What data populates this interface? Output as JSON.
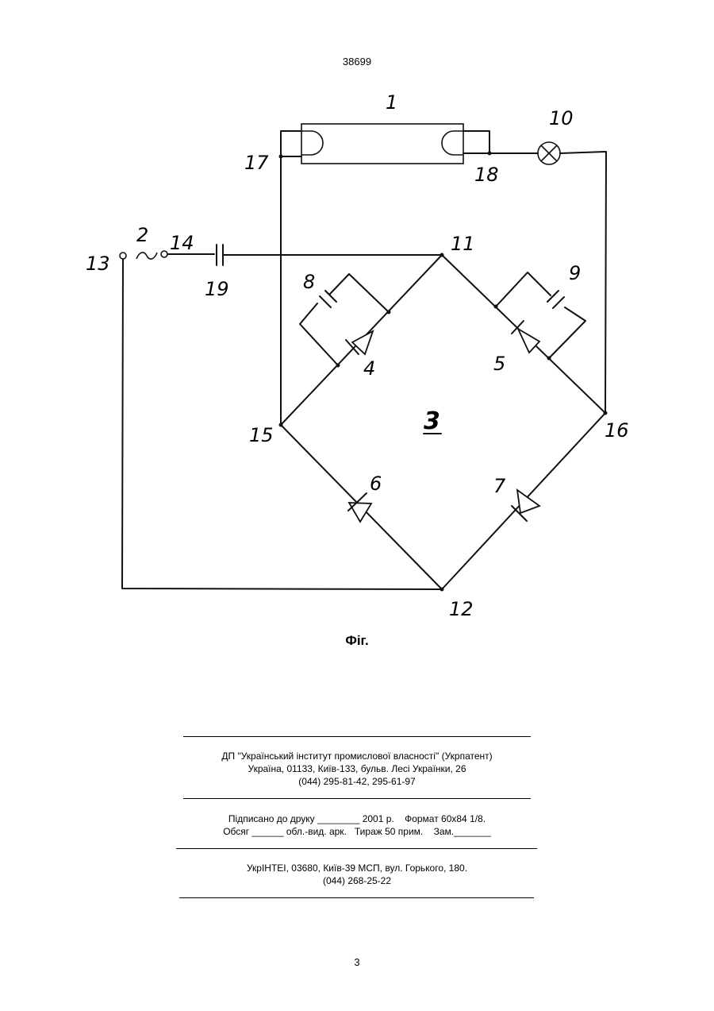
{
  "header": {
    "patent_number": "38699"
  },
  "figure": {
    "caption": "Фіг.",
    "labels": {
      "l1": "1",
      "l2": "2",
      "l3": "3",
      "l4": "4",
      "l5": "5",
      "l6": "6",
      "l7": "7",
      "l8": "8",
      "l9": "9",
      "l10": "10",
      "l11": "11",
      "l12": "12",
      "l13": "13",
      "l14": "14",
      "l15": "15",
      "l16": "16",
      "l17": "17",
      "l18": "18",
      "l19": "19"
    }
  },
  "footer": {
    "publisher": {
      "line1": "ДП \"Український інститут промислової власності\" (Укрпатент)",
      "line2": "Україна, 01133, Київ-133, бульв. Лесі Українки, 26",
      "line3": "(044) 295-81-42, 295-61-97"
    },
    "print_info": {
      "line1": "Підписано до друку ________ 2001 р.    Формат 60х84 1/8.",
      "line2": "Обсяг ______ обл.-вид. арк.   Тираж 50 прим.    Зам._______"
    },
    "printer": {
      "line1": "УкрІНТЕІ, 03680, Київ-39 МСП, вул. Горького, 180.",
      "line2": "(044) 268-25-22"
    }
  },
  "page": {
    "number": "3"
  }
}
